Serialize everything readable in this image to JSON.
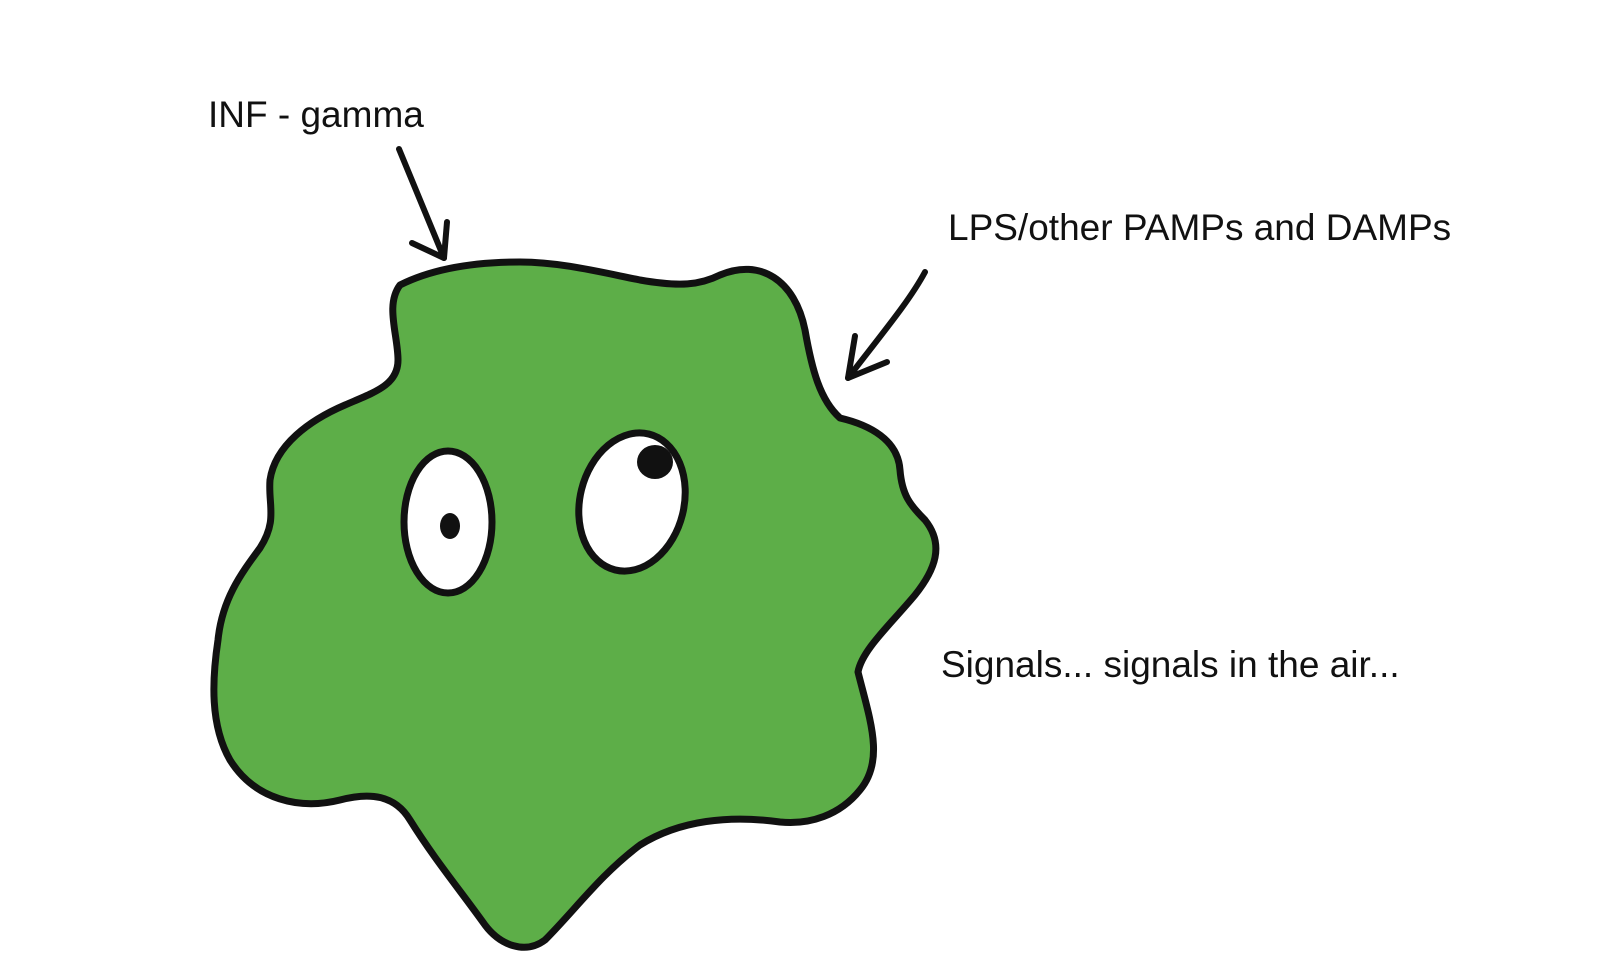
{
  "labels": {
    "inf_gamma": "INF - gamma",
    "lps_pamps_damps": "LPS/other PAMPs and DAMPs",
    "signals": "Signals... signals in the air..."
  },
  "colors": {
    "cell_fill": "#5dae48",
    "outline": "#111111",
    "eye_white": "#ffffff",
    "background": "#ffffff"
  },
  "icons": [
    "blob-cell",
    "eye",
    "pupil",
    "arrow"
  ]
}
